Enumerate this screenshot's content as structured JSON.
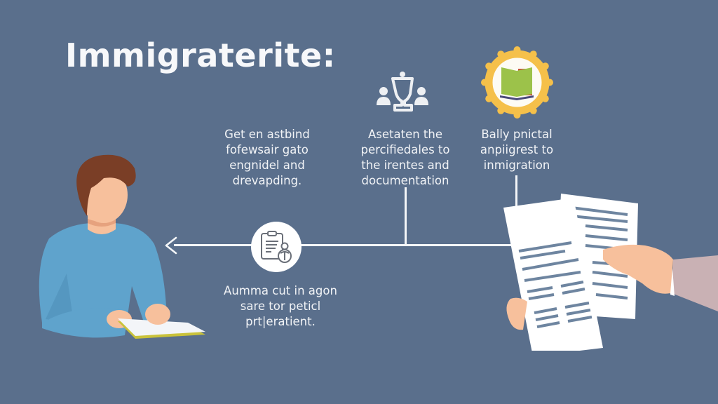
{
  "title": "Immigraterite:",
  "captions": [
    {
      "id": "step-top-left",
      "text": "Get en astbind\nfofewsair gato\nengnidel and\ndrevapding."
    },
    {
      "id": "step-top-middle",
      "text": "Asetaten the\npercifiedales to\nthe irentes and\ndocumentation"
    },
    {
      "id": "step-top-right",
      "text": "Bally pnictal\nanpiigrest to\ninmigration"
    },
    {
      "id": "step-bottom",
      "text": "Aumma cut in agon\nsare tor peticl\nprt|eratient."
    }
  ],
  "icons": {
    "top_middle": "trophy-with-people-icon",
    "top_right": "book-badge-icon",
    "timeline_step": "clipboard-person-icon",
    "arrow": "arrow-left-icon"
  },
  "colors": {
    "background": "#5a6f8c",
    "line": "#f4f6f8",
    "badge_gold": "#f5c04a",
    "book_green": "#9cc24a",
    "shirt_blue": "#5fa3cc",
    "skin": "#f7c09c",
    "hair": "#7a3e26",
    "paper": "#ffffff",
    "sleeve": "#c9b1b4"
  }
}
